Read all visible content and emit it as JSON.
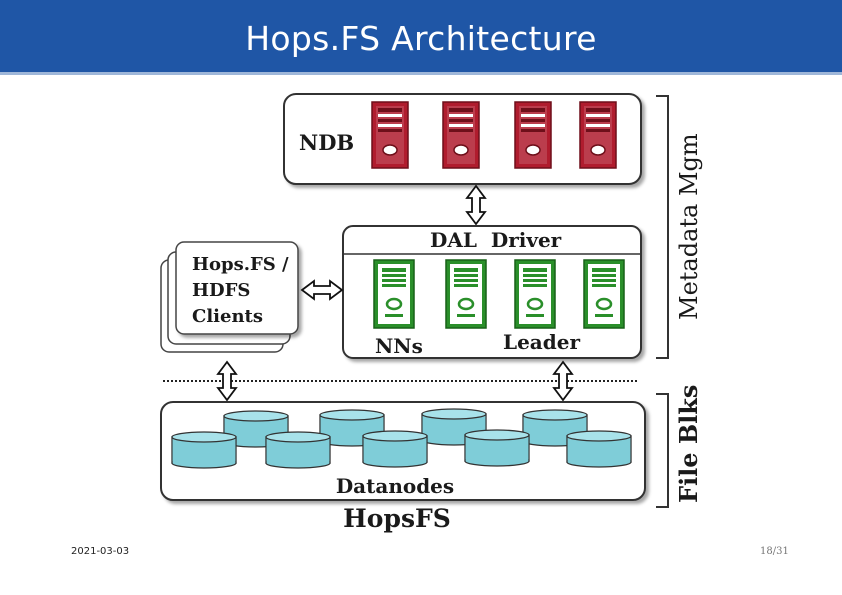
{
  "slide": {
    "title": "Hops.FS Architecture",
    "date": "2021-03-03",
    "page": "18/31"
  },
  "diagram": {
    "ndb_label": "NDB",
    "dal_driver_label": "DAL  Driver",
    "clients_label_lines": [
      "Hops.FS /",
      "HDFS",
      "Clients"
    ],
    "nns_label": "NNs",
    "leader_label": "Leader",
    "datanodes_label": "Datanodes",
    "caption": "HopsFS",
    "metadata_bracket_label": "Metadata Mgm",
    "fileblks_bracket_label": "File Blks",
    "colors": {
      "title_bar": "#1f56a6",
      "ndb_server": "#b01c2e",
      "namenode": "#2a8f2a",
      "datanode": "#7fcdd8"
    },
    "icons": {
      "ndb_server": "server-icon",
      "namenode": "server-icon",
      "datanode": "disk-cylinder-icon",
      "connector": "double-arrow-icon"
    }
  }
}
